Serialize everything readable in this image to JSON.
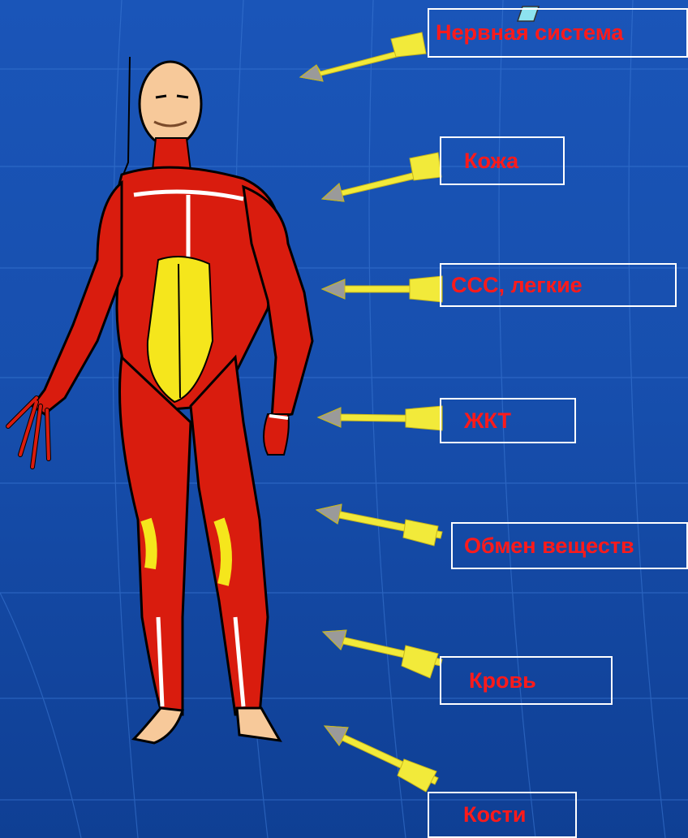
{
  "colors": {
    "background": "#1a55b8",
    "label_border": "#ffffff",
    "label_text": "#ff1a1a",
    "arrow": "#f2ea3a",
    "arrow_tip": "#9a9a9a",
    "muscle": "#d91c0e",
    "tendon": "#f5e61c",
    "skin": "#f7c99a"
  },
  "figure": {
    "icon": "human-muscular-system-icon"
  },
  "labels": [
    {
      "id": "nervous",
      "text": "Нервная система"
    },
    {
      "id": "skin",
      "text": "Кожа"
    },
    {
      "id": "cvs",
      "text": "ССС, легкие"
    },
    {
      "id": "git",
      "text": "ЖКТ"
    },
    {
      "id": "metabolism",
      "text": "Обмен веществ"
    },
    {
      "id": "blood",
      "text": "Кровь"
    },
    {
      "id": "bones",
      "text": "Кости"
    }
  ]
}
